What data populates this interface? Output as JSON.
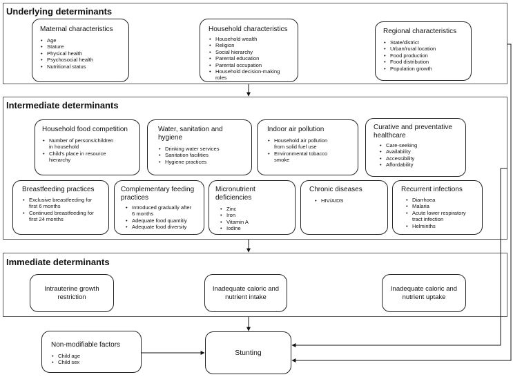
{
  "sections": {
    "underlying": "Underlying determinants",
    "intermediate": "Intermediate determinants",
    "immediate": "Immediate determinants"
  },
  "underlying": {
    "maternal": {
      "title": "Maternal characteristics",
      "items": [
        "Age",
        "Stature",
        "Physical health",
        "Psychosocial health",
        "Nutritional status"
      ]
    },
    "household": {
      "title": "Household characteristics",
      "items": [
        "Household wealth",
        "Religion",
        "Social hierarchy",
        "Parental education",
        "Parental occupation",
        "Household decision-making roles"
      ]
    },
    "regional": {
      "title": "Regional characteristics",
      "items": [
        "State/district",
        "Urban/rural location",
        "Food production",
        "Food distribution",
        "Population growth"
      ]
    }
  },
  "intermediate": {
    "food_competition": {
      "title": "Household food competition",
      "items": [
        "Number of persons/children in household",
        "Child's place in resource hierarchy"
      ]
    },
    "wash": {
      "title": "Water, sanitation and hygiene",
      "items": [
        "Drinking water services",
        "Sanitation facilities",
        "Hygiene practices"
      ]
    },
    "air_pollution": {
      "title": "Indoor air pollution",
      "items": [
        "Household air pollution from solid fuel use",
        "Environmental tobacco smoke"
      ]
    },
    "healthcare": {
      "title": "Curative and preventative healthcare",
      "items": [
        "Care-seeking",
        "Availability",
        "Accessibility",
        "Affordability"
      ]
    },
    "breastfeeding": {
      "title": "Breastfeeding practices",
      "items": [
        "Exclusive breastfeeding for first 6 months",
        "Continued breastfeeding for first 24 months"
      ]
    },
    "complementary": {
      "title": "Complementary feeding practices",
      "items": [
        "Introduced gradually after 6 months",
        "Adequate food quantitiy",
        "Adequate food diversity"
      ]
    },
    "micronutrient": {
      "title": "Micronutrient deficiencies",
      "items": [
        "Zinc",
        "Iron",
        "Vitamin A",
        "Iodine"
      ]
    },
    "chronic": {
      "title": "Chronic diseases",
      "items": [
        "HIV/AIDS"
      ]
    },
    "infections": {
      "title": "Recurrent infections",
      "items": [
        "Diarrhoea",
        "Malaria",
        "Acute lower respiratory tract infection",
        "Helminths"
      ]
    }
  },
  "immediate": {
    "iugr": "Intrauterine growth restriction",
    "intake": "Inadequate caloric and nutrient intake",
    "uptake": "Inadequate caloric and nutrient uptake"
  },
  "non_modifiable": {
    "title": "Non-modifiable factors",
    "items": [
      "Child age",
      "Child sex"
    ]
  },
  "outcome": "Stunting"
}
